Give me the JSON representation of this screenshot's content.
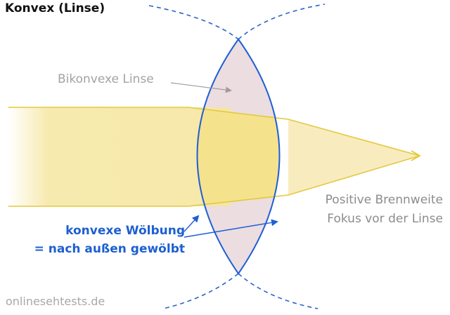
{
  "title": "Konvex (Linse)",
  "lens_label": "Bikonvexe Linse",
  "focus_label": {
    "line1": "Positive Brennweite",
    "line2": "Fokus vor der Linse"
  },
  "curvature_label": {
    "line1": "konvexe Wölbung",
    "line2": "= nach außen gewölbt"
  },
  "watermark": "onlinesehtests.de",
  "colors": {
    "lens_fill": "#ecdde0",
    "lens_outline": "#1f5fd6",
    "beam_fill": "#f6e6a0",
    "beam_edge": "#e2c93c",
    "curvature_text": "#1d5fd0",
    "annotation_gray": "#a3a3a3"
  }
}
